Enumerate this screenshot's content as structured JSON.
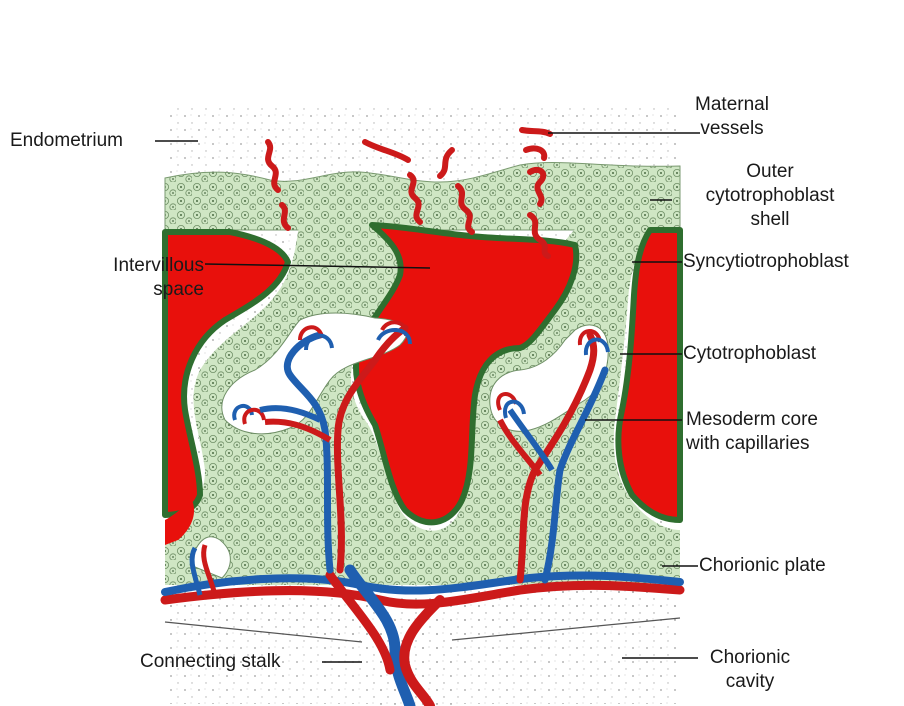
{
  "labels": {
    "endometrium": "Endometrium",
    "maternal_vessels": [
      "Maternal",
      "vessels"
    ],
    "outer_shell": [
      "Outer",
      "cytotrophoblast",
      "shell"
    ],
    "intervillous_space": [
      "Intervillous",
      "space"
    ],
    "syncytiotrophoblast": "Syncytiotrophoblast",
    "cytotrophoblast": "Cytotrophoblast",
    "mesoderm_core": [
      "Mesoderm core",
      "with capillaries"
    ],
    "chorionic_plate": "Chorionic plate",
    "connecting_stalk": "Connecting stalk",
    "chorionic_cavity": [
      "Chorionic",
      "cavity"
    ]
  },
  "colors": {
    "blood_red": "#e8100c",
    "cytotrophoblast_green": "#cfe6c4",
    "syncytio_green": "#2f6e2f",
    "vein_blue": "#1f5fb0",
    "artery_red": "#cc1a1a",
    "stipple": "#9a9a9a"
  }
}
